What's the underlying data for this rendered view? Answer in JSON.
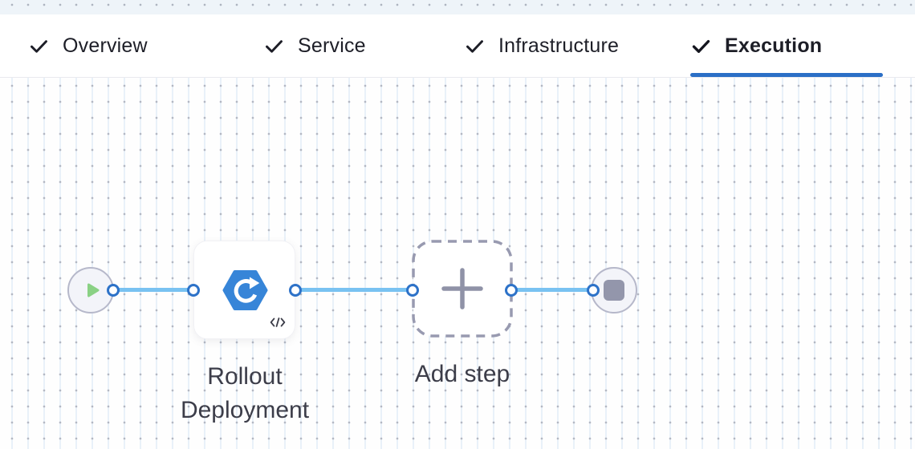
{
  "tabs": [
    {
      "label": "Overview",
      "completed": true,
      "active": false
    },
    {
      "label": "Service",
      "completed": true,
      "active": false
    },
    {
      "label": "Infrastructure",
      "completed": true,
      "active": false
    },
    {
      "label": "Execution",
      "completed": true,
      "active": true
    }
  ],
  "pipeline": {
    "steps": [
      {
        "label": "Rollout Deployment",
        "icon": "k8s-rollout-icon",
        "has_code_badge": true
      },
      {
        "label": "Add step",
        "icon": "plus-icon"
      }
    ],
    "start_node": "play-icon",
    "end_node": "stop-icon",
    "connector_count": 3,
    "port_count": 6
  },
  "colors": {
    "active_tab_underline": "#2b6fc6",
    "connector_line": "#79c2f1",
    "port_ring": "#2d72c8",
    "step_icon_blue": "#3785d8",
    "start_play_green": "#8ad184",
    "end_stop_gray": "#9396ab",
    "node_circle_fill": "#f3f4f9",
    "node_circle_border": "#b6b8ca",
    "dashed_border": "#989ab0",
    "label_text": "#3c3d49",
    "tab_text": "#1d1e27"
  }
}
